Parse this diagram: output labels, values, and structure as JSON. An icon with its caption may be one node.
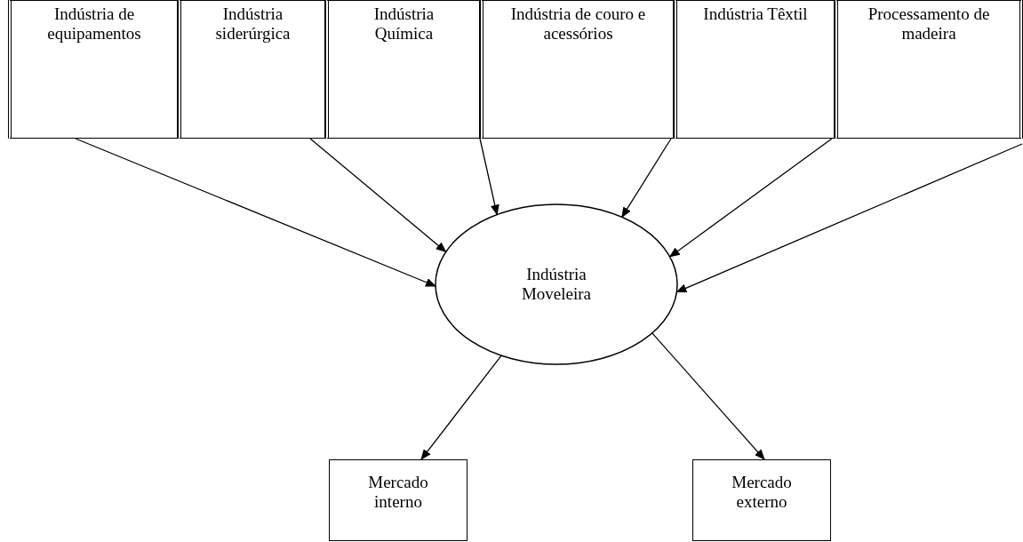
{
  "diagram": {
    "nodes": [
      {
        "text": [
          "Indústria de equipamentos"
        ]
      },
      {
        "text": [
          "Indústria siderúrgica"
        ]
      },
      {
        "text": [
          "Indústria Química"
        ]
      },
      {
        "text": [
          "Indústria de couro e acessórios"
        ]
      },
      {
        "text": [
          "Indústria Têxtil"
        ]
      },
      {
        "text": [
          "Processamento de madeira"
        ]
      },
      {
        "text": [
          "Indústria Moveleira"
        ]
      },
      {
        "text": [
          "Mercado interno"
        ]
      },
      {
        "text": [
          "Mercado externo"
        ]
      }
    ],
    "edges": [
      {
        "from": 0,
        "to": 6,
        "arrow": "to"
      },
      {
        "from": 1,
        "to": 6,
        "arrow": "to"
      },
      {
        "from": 2,
        "to": 6,
        "arrow": "to"
      },
      {
        "from": 3,
        "to": 6,
        "arrow": "to"
      },
      {
        "from": 4,
        "to": 6,
        "arrow": "to"
      },
      {
        "from": 5,
        "to": 6,
        "arrow": "to"
      },
      {
        "from": 6,
        "to": 7,
        "arrow": "to"
      },
      {
        "from": 6,
        "to": 8,
        "arrow": "to"
      }
    ]
  }
}
